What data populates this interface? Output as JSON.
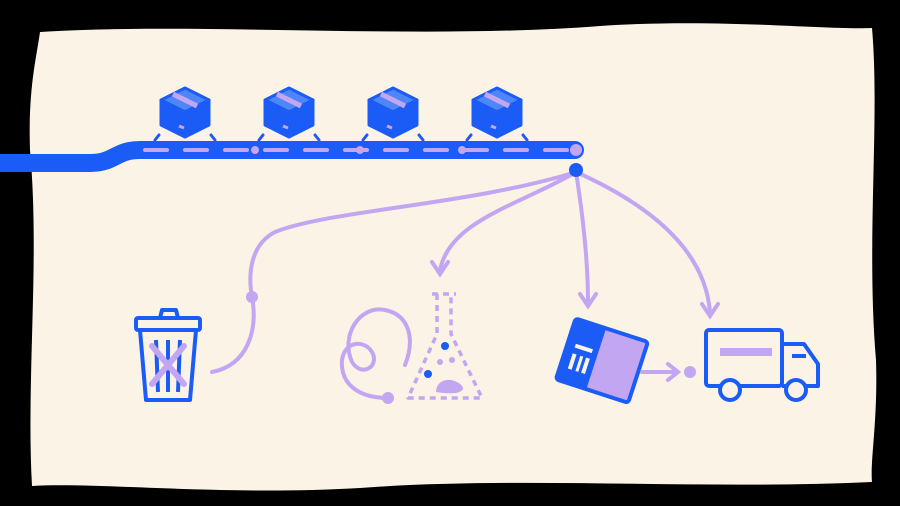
{
  "colors": {
    "background": "#000000",
    "paper": "#FBF3E6",
    "blue": "#1A5CF5",
    "blue_light": "#4F86F7",
    "lavender": "#C3A6F2",
    "lavender_dark": "#A77FEA"
  },
  "conveyor": {
    "box_count": 4,
    "box_icon": "package-box-icon"
  },
  "destinations": [
    {
      "name": "trash",
      "icon": "trash-can-icon"
    },
    {
      "name": "lab",
      "icon": "lab-flask-icon"
    },
    {
      "name": "package",
      "icon": "shipping-box-icon"
    },
    {
      "name": "delivery",
      "icon": "delivery-truck-icon"
    }
  ]
}
